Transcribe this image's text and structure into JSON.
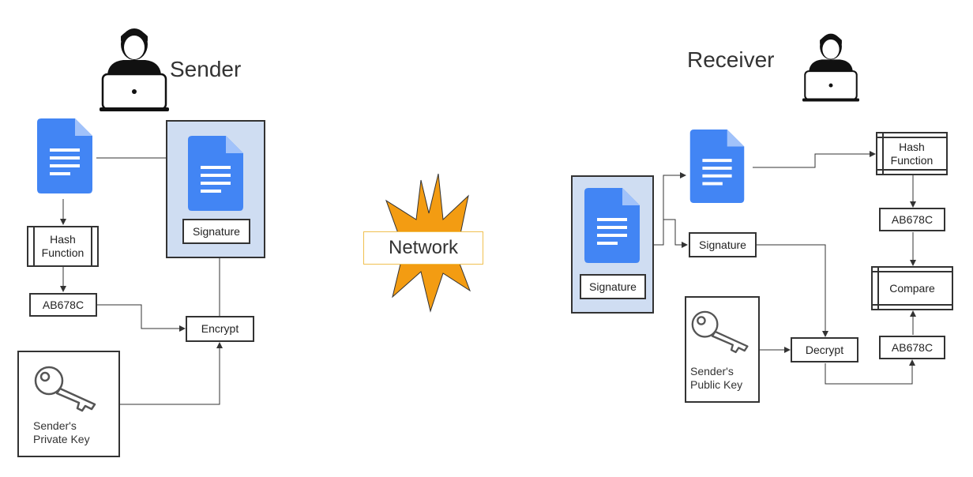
{
  "sender": {
    "title": "Sender",
    "hash_function": "Hash\nFunction",
    "hash_value": "AB678C",
    "encrypt": "Encrypt",
    "signature": "Signature",
    "key_label": "Sender's\nPrivate Key",
    "icons": [
      "user-laptop-icon",
      "document-icon",
      "key-icon"
    ]
  },
  "network": {
    "label": "Network",
    "burst_color": "#f39c12",
    "label_border": "#f0c050"
  },
  "receiver": {
    "title": "Receiver",
    "signature_bundle": "Signature",
    "signature": "Signature",
    "hash_function": "Hash\nFunction",
    "hash_value_top": "AB678C",
    "compare": "Compare",
    "hash_value_bottom": "AB678C",
    "decrypt": "Decrypt",
    "key_label": "Sender's\nPublic Key",
    "icons": [
      "user-laptop-icon",
      "document-icon",
      "key-icon"
    ]
  },
  "colors": {
    "panel_fill": "#cfddf2",
    "doc_blue": "#4285f4",
    "doc_fold": "#a1c2fa",
    "stroke": "#333333"
  }
}
